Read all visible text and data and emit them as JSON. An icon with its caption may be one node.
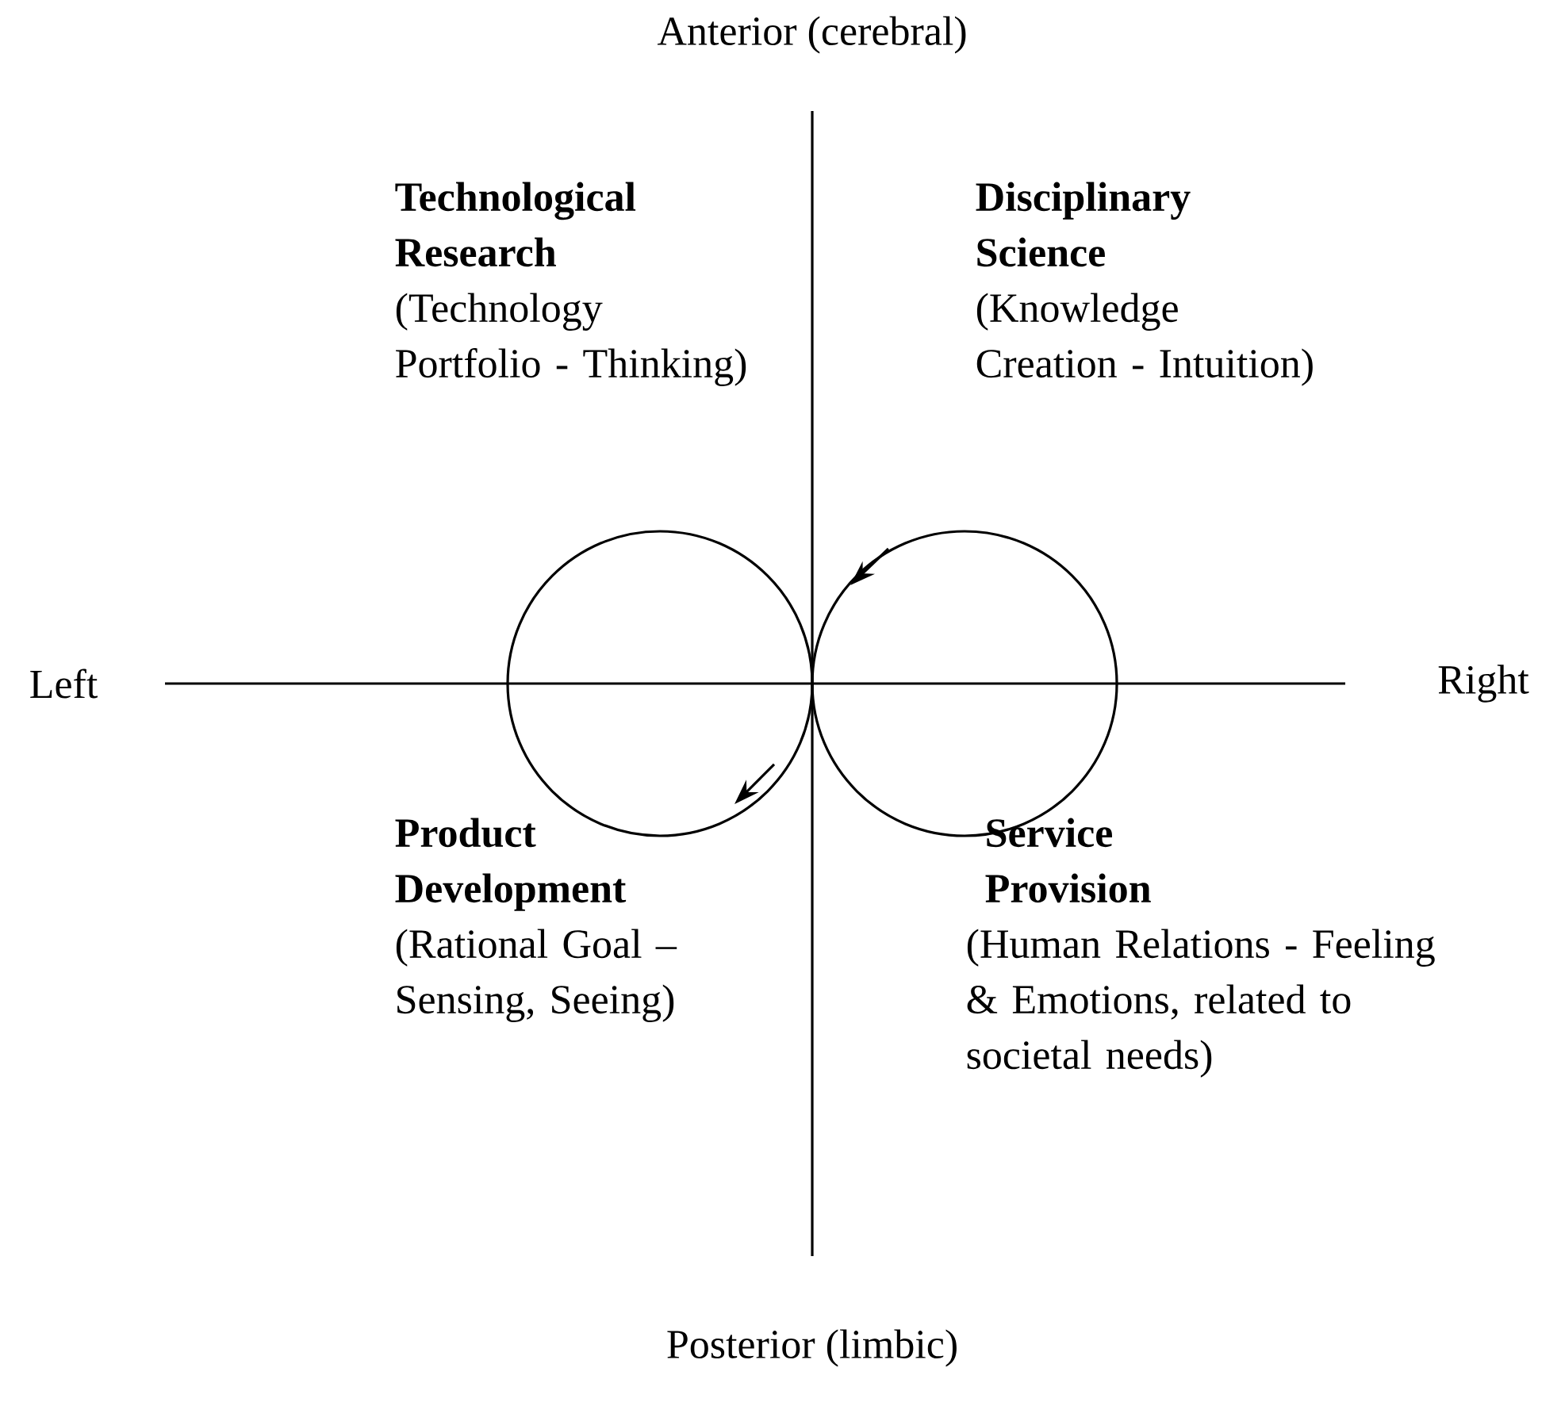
{
  "diagram": {
    "labels": [
      "Anterior (cerebral)",
      "Technological Research",
      "(Technology Portfolio - Thinking)",
      "Disciplinary Science",
      "(Knowledge Creation - Intuition)",
      "Left",
      "Right",
      "Product Development",
      "(Rational Goal – Sensing, Seeing)",
      "Service Provision",
      "(Human Relations - Feeling & Emotions, related to societal needs)",
      "Posterior (limbic)"
    ]
  }
}
